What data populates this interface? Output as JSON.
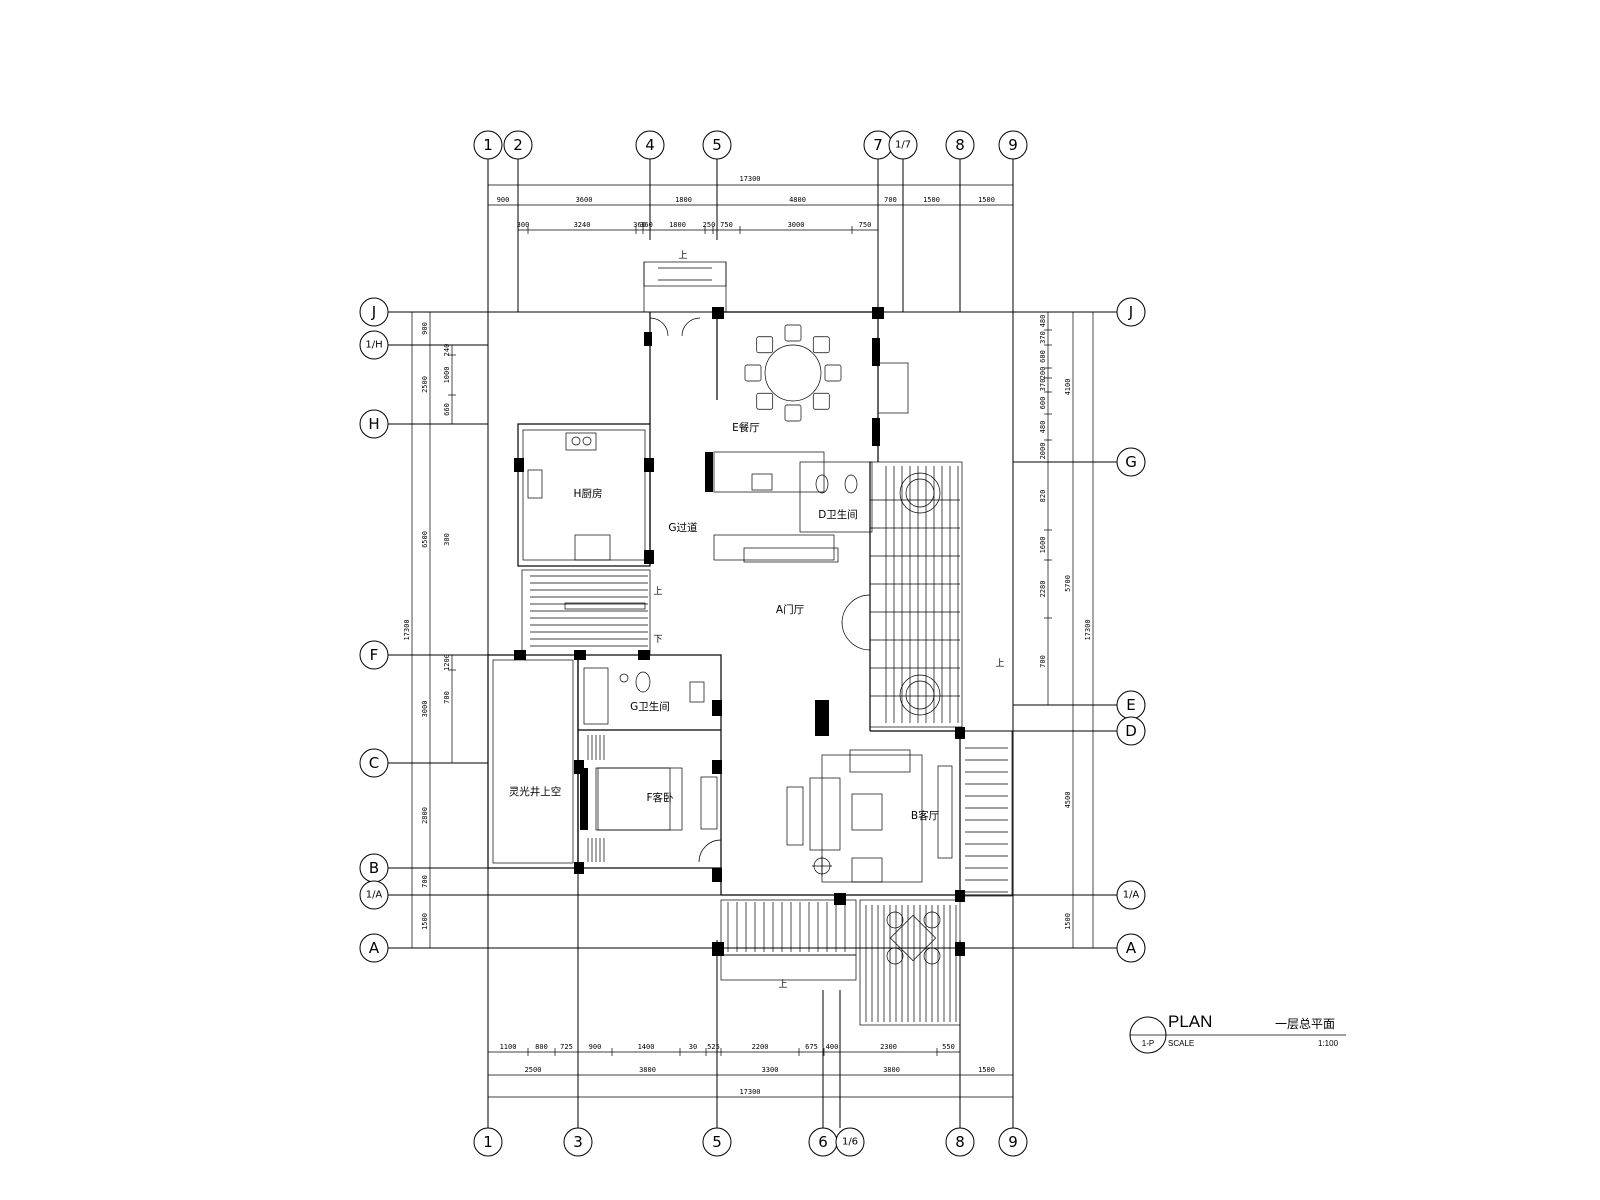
{
  "grid": {
    "top_axes": [
      "1",
      "2",
      "4",
      "5",
      "7",
      "1/7",
      "8",
      "9"
    ],
    "bottom_axes": [
      "1",
      "3",
      "5",
      "6",
      "1/6",
      "8",
      "9"
    ],
    "left_axes": [
      "J",
      "1/H",
      "H",
      "F",
      "C",
      "B",
      "1/A",
      "A"
    ],
    "right_axes": [
      "J",
      "G",
      "E",
      "D",
      "1/A",
      "A"
    ]
  },
  "dimensions": {
    "top_total": "17300",
    "top_row1": [
      "900",
      "3600",
      "1800",
      "4800",
      "700",
      "1500",
      "1500"
    ],
    "top_row2": [
      "300",
      "3240",
      "360",
      "360",
      "1800",
      "250",
      "750",
      "3000",
      "750"
    ],
    "bottom_row1": [
      "1100",
      "800",
      "725",
      "900",
      "1400",
      "30",
      "525",
      "2200",
      "675",
      "400",
      "2300",
      "550"
    ],
    "bottom_row2": [
      "2500",
      "3800",
      "3300",
      "3800",
      "1500"
    ],
    "bottom_total": "17300",
    "left_outer": "17300",
    "left_mid": [
      "900",
      "2500",
      "6500",
      "3000",
      "2800",
      "700",
      "1500"
    ],
    "left_inner": [
      "240",
      "1000",
      "660",
      "300",
      "1200",
      "700"
    ],
    "right_outer": "17300",
    "right_mid": [
      "4100",
      "5700",
      "4500",
      "1500"
    ],
    "right_inner": [
      "480",
      "370",
      "600",
      "200",
      "370",
      "600",
      "480",
      "2000",
      "820",
      "1600",
      "2280",
      "700"
    ]
  },
  "rooms": {
    "dining": "E餐厅",
    "kitchen": "H厨房",
    "corridor": "G过道",
    "bath_b": "D卫生间",
    "foyer": "A门厅",
    "bath_g": "G卫生间",
    "guest_bedroom": "F客卧",
    "living": "B客厅",
    "void": "灵光井上空"
  },
  "stair_labels": {
    "up1": "上",
    "down1": "下",
    "up2": "上",
    "up3": "上",
    "up4": "上"
  },
  "title_block": {
    "sheet_no": "1-P",
    "title": "PLAN",
    "subtitle": "SCALE",
    "name_cn": "一层总平面",
    "scale": "1:100"
  }
}
